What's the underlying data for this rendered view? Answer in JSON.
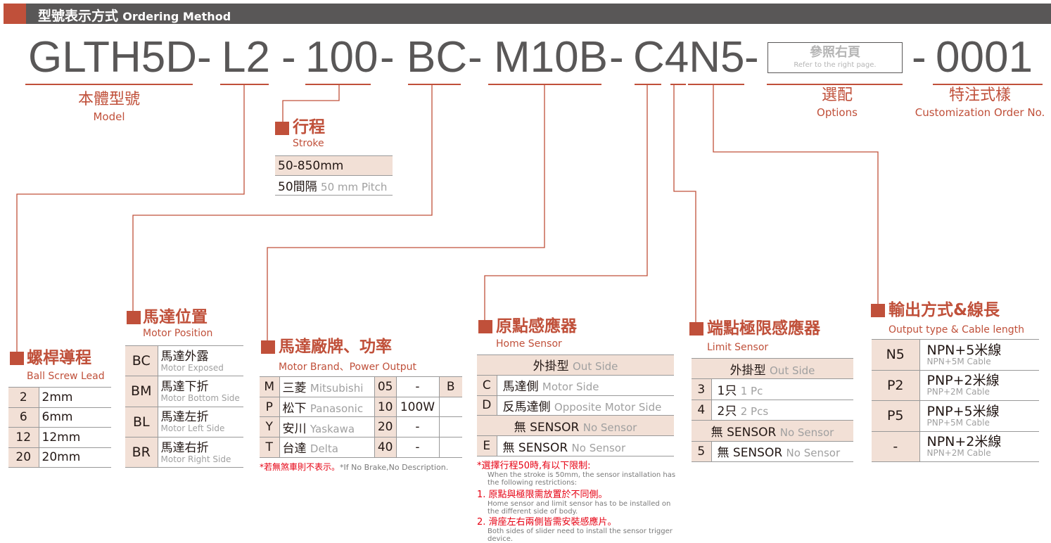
{
  "header": {
    "title_zh": "型號表示方式",
    "title_en": "Ordering Method"
  },
  "code": {
    "model": "GLTH5D",
    "lead": "L2",
    "stroke": "100",
    "position": "BC",
    "motor": "M10B",
    "sensor": "C4N5",
    "options_box_zh": "參照右頁",
    "options_box_en": "Refer to the right page.",
    "custom": "0001",
    "sep": "-"
  },
  "labels": {
    "model_zh": "本體型號",
    "model_en": "Model",
    "options_zh": "選配",
    "options_en": "Options",
    "custom_zh": "特注式樣",
    "custom_en": "Customization Order No."
  },
  "stroke": {
    "title": "行程",
    "subtitle": "Stroke",
    "rows": [
      [
        "50-850mm"
      ],
      [
        "50間隔",
        "50 mm Pitch"
      ]
    ]
  },
  "lead": {
    "title": "螺桿導程",
    "subtitle": "Ball Screw Lead",
    "rows": [
      [
        "2",
        "2mm"
      ],
      [
        "6",
        "6mm"
      ],
      [
        "12",
        "12mm"
      ],
      [
        "20",
        "20mm"
      ]
    ]
  },
  "position": {
    "title": "馬達位置",
    "subtitle": "Motor Position",
    "rows": [
      [
        "BC",
        "馬達外露",
        "Motor Exposed"
      ],
      [
        "BM",
        "馬達下折",
        "Motor Bottom Side"
      ],
      [
        "BL",
        "馬達左折",
        "Motor Left Side"
      ],
      [
        "BR",
        "馬達右折",
        "Motor Right Side"
      ]
    ]
  },
  "motor": {
    "title": "馬達廠牌、功率",
    "subtitle": "Motor Brand、Power Output",
    "rows": [
      [
        "M",
        "三菱",
        "Mitsubishi",
        "05",
        "-"
      ],
      [
        "P",
        "松下",
        "Panasonic",
        "10",
        "100W"
      ],
      [
        "Y",
        "安川",
        "Yaskawa",
        "20",
        "-"
      ],
      [
        "T",
        "台達",
        "Delta",
        "40",
        "-"
      ]
    ],
    "brake": "B",
    "note_zh": "*若無煞車則不表示。",
    "note_en": "*If No Brake,No Description."
  },
  "home": {
    "title": "原點感應器",
    "subtitle": "Home Sensor",
    "group1": [
      "外掛型",
      "Out Side"
    ],
    "rows1": [
      [
        "C",
        "馬達側",
        "Motor Side"
      ],
      [
        "D",
        "反馬達側",
        "Opposite Motor Side"
      ]
    ],
    "group2": [
      "無 SENSOR",
      "No Sensor"
    ],
    "rows2": [
      [
        "E",
        "無 SENSOR",
        "No Sensor"
      ]
    ],
    "notes": [
      {
        "zh": "*選擇行程50時,有以下限制:",
        "en": "When the stroke is 50mm, the sensor installation has the following restrictions:"
      },
      {
        "zh": "1. 原點與極限需放置於不同側。",
        "en": "Home sensor and limit sensor has to be installed on the different side of body."
      },
      {
        "zh": "2. 滑座左右兩側皆需安裝感應片。",
        "en": "Both sides of slider need to install the sensor trigger device."
      }
    ]
  },
  "limit": {
    "title": "端點極限感應器",
    "subtitle": "Limit Sensor",
    "group1": [
      "外掛型",
      "Out Side"
    ],
    "rows1": [
      [
        "3",
        "1只",
        "1 Pc"
      ],
      [
        "4",
        "2只",
        "2 Pcs"
      ]
    ],
    "group2": [
      "無 SENSOR",
      "No Sensor"
    ],
    "rows2": [
      [
        "5",
        "無 SENSOR",
        "No Sensor"
      ]
    ]
  },
  "output": {
    "title": "輸出方式&線長",
    "subtitle": "Output type & Cable length",
    "rows": [
      [
        "N5",
        "NPN+5米線",
        "NPN+5M Cable"
      ],
      [
        "P2",
        "PNP+2米線",
        "PNP+2M Cable"
      ],
      [
        "P5",
        "PNP+5米線",
        "PNP+5M Cable"
      ],
      [
        "-",
        "NPN+2米線",
        "NPN+2M Cable"
      ]
    ]
  },
  "colors": {
    "accent": "#c0503a",
    "header": "#595757",
    "cell": "#f2e0d6"
  }
}
